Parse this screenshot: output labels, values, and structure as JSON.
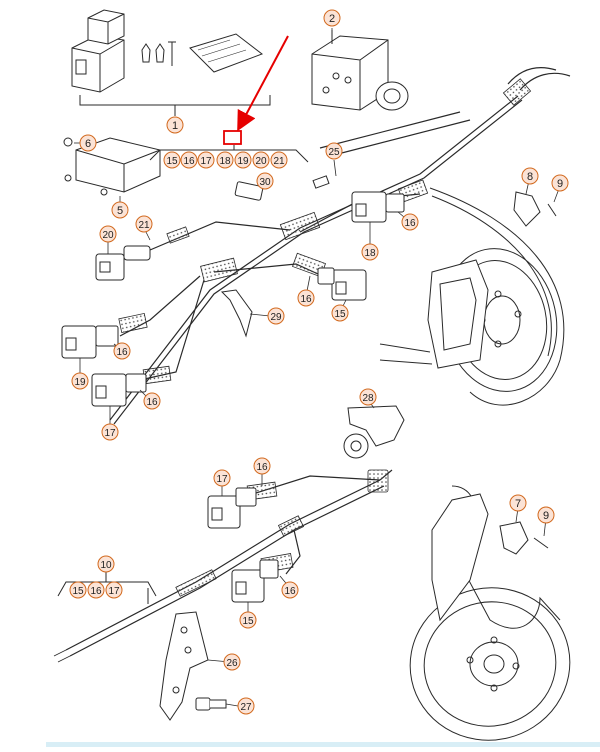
{
  "diagram": {
    "colors": {
      "line": "#2a2a2a",
      "callout_fill": "#fbe3d6",
      "callout_stroke": "#d2691e",
      "callout_text": "#222222",
      "arrow": "#e60000",
      "highlight": "#e60000",
      "bottom_bar": "#d8eef6"
    },
    "callouts": [
      {
        "id": "c1",
        "label": "1"
      },
      {
        "id": "c2",
        "label": "2"
      },
      {
        "id": "c5",
        "label": "5"
      },
      {
        "id": "c6",
        "label": "6"
      },
      {
        "id": "c7",
        "label": "7"
      },
      {
        "id": "c8",
        "label": "8"
      },
      {
        "id": "c9a",
        "label": "9"
      },
      {
        "id": "c9b",
        "label": "9"
      },
      {
        "id": "c10",
        "label": "10"
      },
      {
        "id": "c15a",
        "label": "15"
      },
      {
        "id": "c16a",
        "label": "16"
      },
      {
        "id": "c17a",
        "label": "17"
      },
      {
        "id": "c18a",
        "label": "18"
      },
      {
        "id": "c19a",
        "label": "19"
      },
      {
        "id": "c20a",
        "label": "20"
      },
      {
        "id": "c21a",
        "label": "21"
      },
      {
        "id": "c25",
        "label": "25"
      },
      {
        "id": "c30",
        "label": "30"
      },
      {
        "id": "c21b",
        "label": "21"
      },
      {
        "id": "c20b",
        "label": "20"
      },
      {
        "id": "c16b",
        "label": "16"
      },
      {
        "id": "c18b",
        "label": "18"
      },
      {
        "id": "c16c",
        "label": "16"
      },
      {
        "id": "c15b",
        "label": "15"
      },
      {
        "id": "c29",
        "label": "29"
      },
      {
        "id": "c16d",
        "label": "16"
      },
      {
        "id": "c19b",
        "label": "19"
      },
      {
        "id": "c16e",
        "label": "16"
      },
      {
        "id": "c17b",
        "label": "17"
      },
      {
        "id": "c28",
        "label": "28"
      },
      {
        "id": "c17c",
        "label": "17"
      },
      {
        "id": "c16f",
        "label": "16"
      },
      {
        "id": "c15c",
        "label": "15"
      },
      {
        "id": "c16g",
        "label": "16"
      },
      {
        "id": "c17d",
        "label": "17"
      },
      {
        "id": "c16h",
        "label": "16"
      },
      {
        "id": "c15d",
        "label": "15"
      },
      {
        "id": "c26",
        "label": "26"
      },
      {
        "id": "c27",
        "label": "27"
      }
    ]
  }
}
